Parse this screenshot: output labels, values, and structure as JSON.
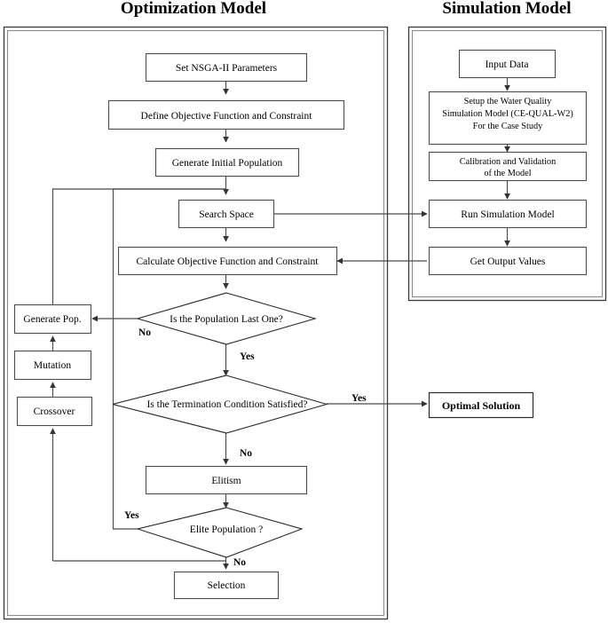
{
  "panels": {
    "optimization": {
      "title": "Optimization Model",
      "nodes": {
        "set_params": "Set NSGA-II Parameters",
        "define_obj": "Define Objective Function and Constraint",
        "gen_init_pop": "Generate Initial Population",
        "search_space": "Search Space",
        "calc_obj": "Calculate Objective Function and Constraint",
        "pop_last_one": "Is the Population Last One?",
        "generate_pop": "Generate Pop.",
        "mutation": "Mutation",
        "crossover": "Crossover",
        "termination": "Is the Termination Condition Satisfied?",
        "elitism": "Elitism",
        "elite_population": "Elite Population ?",
        "selection": "Selection"
      },
      "edge_labels": {
        "pop_last_no": "No",
        "pop_last_yes": "Yes",
        "termination_yes": "Yes",
        "termination_no": "No",
        "elite_yes": "Yes",
        "elite_no": "No"
      }
    },
    "simulation": {
      "title": "Simulation Model",
      "nodes": {
        "input_data": "Input Data",
        "setup_model_line1": "Setup the Water Quality",
        "setup_model_line2": "Simulation Model (CE-QUAL-W2)",
        "setup_model_line3": "For the Case Study",
        "calibration_line1": "Calibration and Validation",
        "calibration_line2": "of the Model",
        "run_simulation": "Run Simulation Model",
        "get_output": "Get Output Values"
      }
    }
  },
  "result": {
    "optimal_solution": "Optimal Solution"
  },
  "colors": {
    "background": "#ffffff",
    "stroke": "#4a4a4a",
    "stroke_dark": "#262626",
    "text": "#000000",
    "panel_border": "#3a3a3a",
    "panel_border_inner": "#8a8a8a"
  }
}
